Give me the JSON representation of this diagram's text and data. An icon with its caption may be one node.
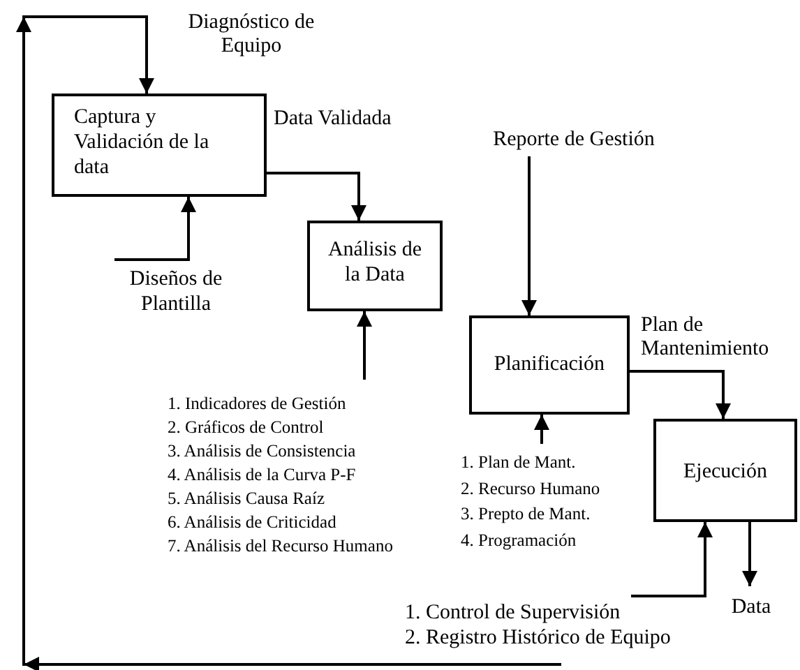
{
  "diagram": {
    "nodes": [
      {
        "text": [
          "Captura y Validación de la data"
        ]
      },
      {
        "text": [
          "Análisis de la Data"
        ]
      },
      {
        "text": [
          "Planificación"
        ]
      },
      {
        "text": [
          "Ejecución"
        ]
      },
      {
        "text": [
          "Diseños de Plantilla"
        ]
      },
      {
        "text": [
          "1. Indicadores de Gestión",
          "2. Gráficos de Control",
          "3. Análisis de Consistencia",
          "4. Análisis de la Curva P-F",
          "5. Análisis Causa Raíz",
          "6. Análisis de Criticidad",
          "7. Análisis del Recurso Humano"
        ]
      },
      {
        "text": [
          "Reporte de Gestión"
        ]
      },
      {
        "text": [
          "1. Plan de Mant.",
          "2. Recurso Humano",
          "3. Prepto de Mant.",
          "4. Programación"
        ]
      },
      {
        "text": [
          "1. Control de Supervisión",
          "2. Registro Histórico de Equipo"
        ]
      },
      {
        "text": [
          "Data"
        ]
      }
    ],
    "edges": [
      {
        "from": 0,
        "to": 1,
        "arrow": "to",
        "label": "Data Validada"
      },
      {
        "from": 4,
        "to": 0,
        "arrow": "to"
      },
      {
        "from": 5,
        "to": 1,
        "arrow": "to"
      },
      {
        "from": 6,
        "to": 2,
        "arrow": "to"
      },
      {
        "from": 7,
        "to": 2,
        "arrow": "to"
      },
      {
        "from": 2,
        "to": 3,
        "arrow": "to",
        "label": "Plan de Mantenimiento"
      },
      {
        "from": 8,
        "to": 3,
        "arrow": "to"
      },
      {
        "from": 3,
        "to": 9,
        "arrow": "to"
      },
      {
        "from": 8,
        "to": 0,
        "arrow": "to",
        "label": "Diagnóstico de Equipo"
      }
    ]
  }
}
